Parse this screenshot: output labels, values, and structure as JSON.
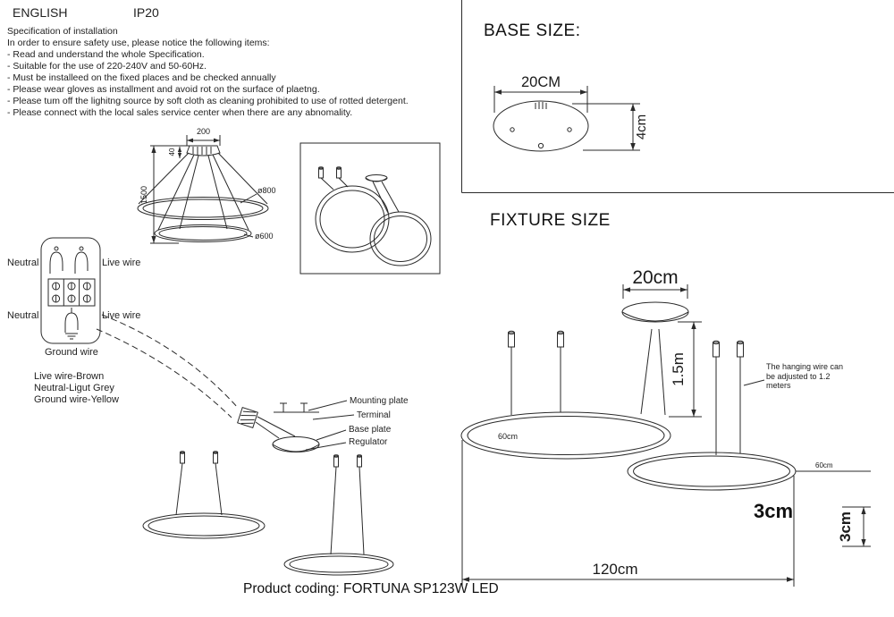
{
  "colors": {
    "line": "#2a2a2a",
    "text": "#1a1a1a",
    "background": "#ffffff"
  },
  "header": {
    "language": "ENGLISH",
    "ip_rating": "IP20"
  },
  "spec": {
    "title": "Specification of installation",
    "intro": "In order to ensure safety use, please notice the following items:",
    "items": [
      "- Read and understand the whole Specification.",
      "- Suitable for the use of 220-240V and 50-60Hz.",
      "- Must be installeed on the fixed places and be checked annually",
      "- Please wear gloves as installment and avoid rot on the surface of plaetng.",
      "- Please tum off the lighitng source by soft cloth as cleaning prohibited to use of rotted detergent.",
      "- Please connect with the local sales service center when there are any abnomality."
    ]
  },
  "base_size": {
    "title": "BASE SIZE:",
    "width": "20CM",
    "height": "4cm"
  },
  "fixture_size": {
    "title": "FIXTURE SIZE",
    "canopy_width": "20cm",
    "drop_height": "1.5m",
    "ring1_diameter": "60cm",
    "ring2_diameter": "60cm",
    "ring_profile_height": "3cm",
    "ring_profile_height_side": "3cm",
    "total_width": "120cm",
    "note": "The hanging wire can be adjusted to 1.2 meters"
  },
  "dimension_drawing": {
    "canopy_width": "200",
    "canopy_height": "40",
    "drop_height": "1500",
    "ring_large": "ø800",
    "ring_small": "ø600"
  },
  "wiring": {
    "neutral_top": "Neutral",
    "live_top": "Live wire",
    "neutral_bottom": "Neutral",
    "live_bottom": "Live wire",
    "ground": "Ground wire",
    "legend": [
      "Live wire-Brown",
      "Neutral-Ligut Grey",
      "Ground wire-Yellow"
    ]
  },
  "installation_labels": {
    "mounting_plate": "Mounting plate",
    "terminal": "Terminal",
    "base_plate": "Base plate",
    "regulator": "Regulator"
  },
  "footer": {
    "product_coding": "Product coding: FORTUNA SP123W LED"
  }
}
